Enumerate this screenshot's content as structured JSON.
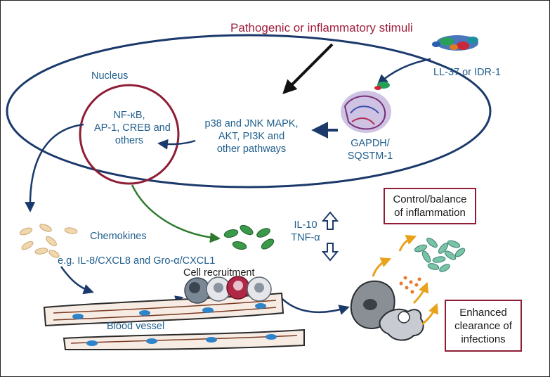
{
  "title": "Pathogenic or inflammatory stimuli",
  "labels": {
    "nucleus": "Nucleus",
    "transcription_factors": [
      "NF-κB,",
      "AP-1, CREB and",
      "others"
    ],
    "pathways": [
      "p38 and JNK MAPK,",
      "AKT, PI3K and",
      "other pathways"
    ],
    "peptide": "LL-37 or IDR-1",
    "receptors": [
      "GAPDH/",
      "SQSTM-1"
    ],
    "chemokines": "Chemokines",
    "chemokine_examples": "e.g. IL-8/CXCL8 and Gro-α/CXCL1",
    "cytokines": [
      "IL-10",
      "TNF-α"
    ],
    "cell_recruitment": "Cell recruitment",
    "blood_vessel": "Blood vessel"
  },
  "boxes": {
    "control": [
      "Control/balance",
      "of inflammation"
    ],
    "clearance": [
      "Enhanced",
      "clearance of",
      "infections"
    ]
  },
  "colors": {
    "title": "#a01e3c",
    "label": "#1f5e8c",
    "outline": "#1b3a6b",
    "nucleus_circle": "#8f1d36",
    "green_arrow": "#2d7a2d",
    "box_border": "#8f1d36"
  }
}
